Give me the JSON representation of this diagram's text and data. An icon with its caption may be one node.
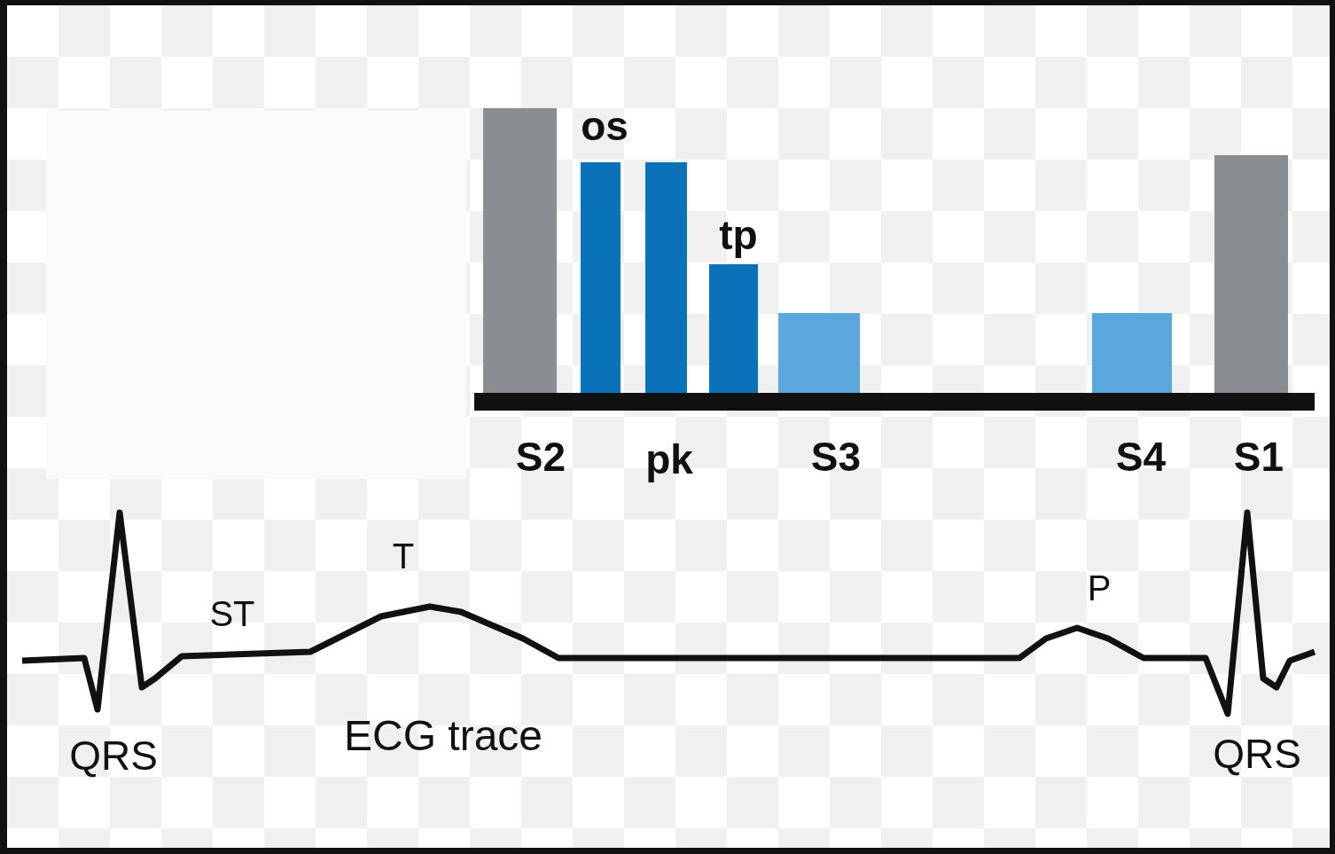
{
  "diagram": {
    "labels": [
      "os",
      "tp",
      "S2",
      "pk",
      "S3",
      "S4",
      "S1",
      "T",
      "P",
      "ST",
      "ECG trace",
      "QRS",
      "QRS"
    ]
  }
}
